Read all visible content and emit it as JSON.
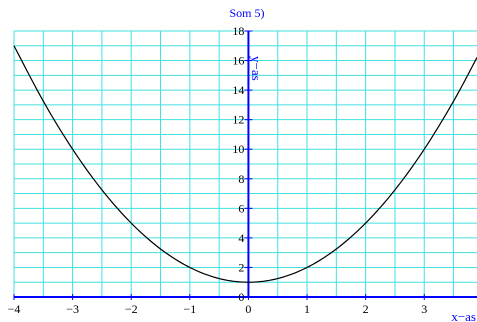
{
  "chart_data": {
    "type": "line",
    "title": "Som 5)",
    "xlabel": "x−as",
    "ylabel": "y−as",
    "xlim": [
      -4,
      3.9
    ],
    "ylim": [
      0,
      18
    ],
    "grid": true,
    "x_ticks": [
      {
        "value": -4,
        "label": "−4"
      },
      {
        "value": -3,
        "label": "−3"
      },
      {
        "value": -2,
        "label": "−2"
      },
      {
        "value": -1,
        "label": "−1"
      },
      {
        "value": 0,
        "label": "0"
      },
      {
        "value": 1,
        "label": "1"
      },
      {
        "value": 2,
        "label": "2"
      },
      {
        "value": 3,
        "label": "3"
      }
    ],
    "y_ticks": [
      {
        "value": 0,
        "label": "0"
      },
      {
        "value": 2,
        "label": "2"
      },
      {
        "value": 4,
        "label": "4"
      },
      {
        "value": 6,
        "label": "6"
      },
      {
        "value": 8,
        "label": "8"
      },
      {
        "value": 10,
        "label": "10"
      },
      {
        "value": 12,
        "label": "12"
      },
      {
        "value": 14,
        "label": "14"
      },
      {
        "value": 16,
        "label": "16"
      },
      {
        "value": 18,
        "label": "18"
      }
    ],
    "series": [
      {
        "x": [
          -4,
          -3.5,
          -3,
          -2.5,
          -2,
          -1.5,
          -1,
          -0.5,
          0,
          0.5,
          1,
          1.5,
          2,
          2.5,
          3,
          3.5,
          3.9
        ],
        "y": [
          17,
          13.25,
          10,
          7.25,
          5,
          3.25,
          2,
          1.25,
          1,
          1.25,
          2,
          3.25,
          5,
          7.25,
          10,
          13.25,
          16.21
        ]
      }
    ],
    "colors": {
      "grid": "#40e0e0",
      "axis": "#0000ff",
      "curve": "#000000",
      "text": "#0000ff"
    }
  }
}
